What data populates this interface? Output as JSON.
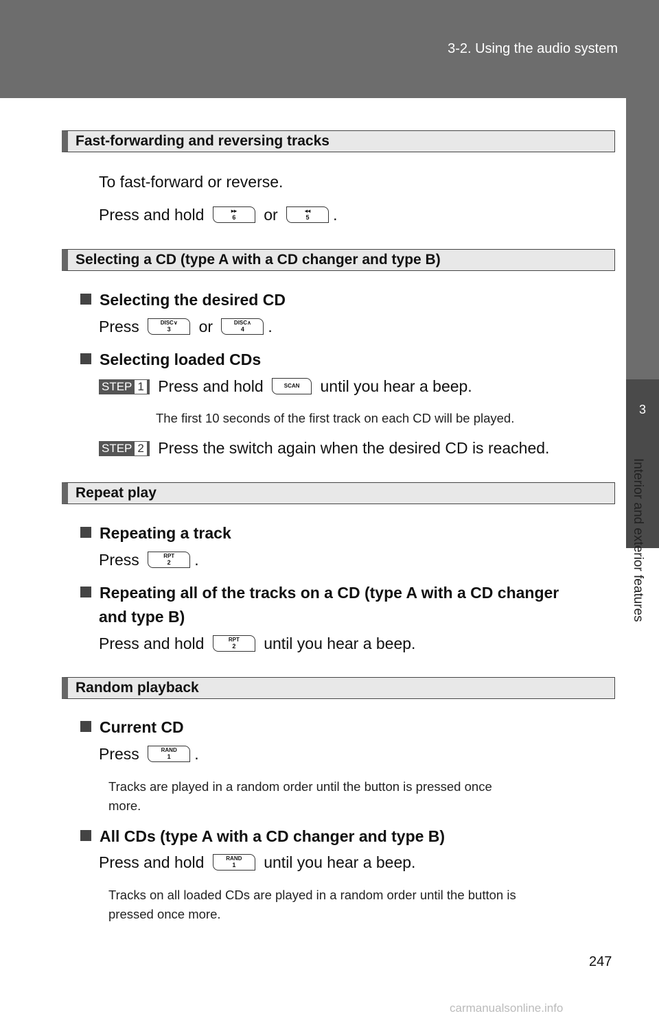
{
  "header": {
    "breadcrumb": "3-2. Using the audio system"
  },
  "sidetab": {
    "number": "3",
    "label": "Interior and exterior features"
  },
  "sections": {
    "ff": {
      "title": "Fast-forwarding and reversing tracks",
      "line1": "To fast-forward or reverse.",
      "press_hold": "Press and hold",
      "or": "or",
      "end": ".",
      "btn_a_num": "6",
      "btn_b_num": "5"
    },
    "cd": {
      "title": "Selecting a CD (type A with a CD changer and type B)",
      "sub1": "Selecting the desired CD",
      "press": "Press",
      "or": "or",
      "end": ".",
      "btn_disc_down": "DISC",
      "btn_disc_down_num": "3",
      "btn_disc_up": "DISC",
      "btn_disc_up_num": "4",
      "sub2": "Selecting loaded CDs",
      "step_label": "STEP",
      "step1_num": "1",
      "step1_a": "Press and hold",
      "btn_scan": "SCAN",
      "step1_b": "until you hear a beep.",
      "step1_note": "The first 10 seconds of the first track on each CD will be played.",
      "step2_num": "2",
      "step2_text": "Press the switch again when the desired CD is reached."
    },
    "rpt": {
      "title": "Repeat play",
      "sub1": "Repeating a track",
      "press": "Press",
      "end": ".",
      "btn_rpt": "RPT",
      "btn_rpt_num": "2",
      "sub2a": "Repeating all of the tracks on a CD (type A with a CD changer",
      "sub2b": "and type B)",
      "press_hold": "Press and hold",
      "until": "until you hear a beep."
    },
    "rand": {
      "title": "Random playback",
      "sub1": "Current CD",
      "press": "Press",
      "end": ".",
      "btn_rand": "RAND",
      "btn_rand_num": "1",
      "note1a": "Tracks are played in a random order until the button is pressed once",
      "note1b": "more.",
      "sub2": "All CDs (type A with a CD changer and type B)",
      "press_hold": "Press and hold",
      "until": "until you hear a beep.",
      "note2a": "Tracks on all loaded CDs are played in a random order until the button is",
      "note2b": "pressed once more."
    }
  },
  "page_number": "247",
  "watermark": "carmanualsonline.info"
}
